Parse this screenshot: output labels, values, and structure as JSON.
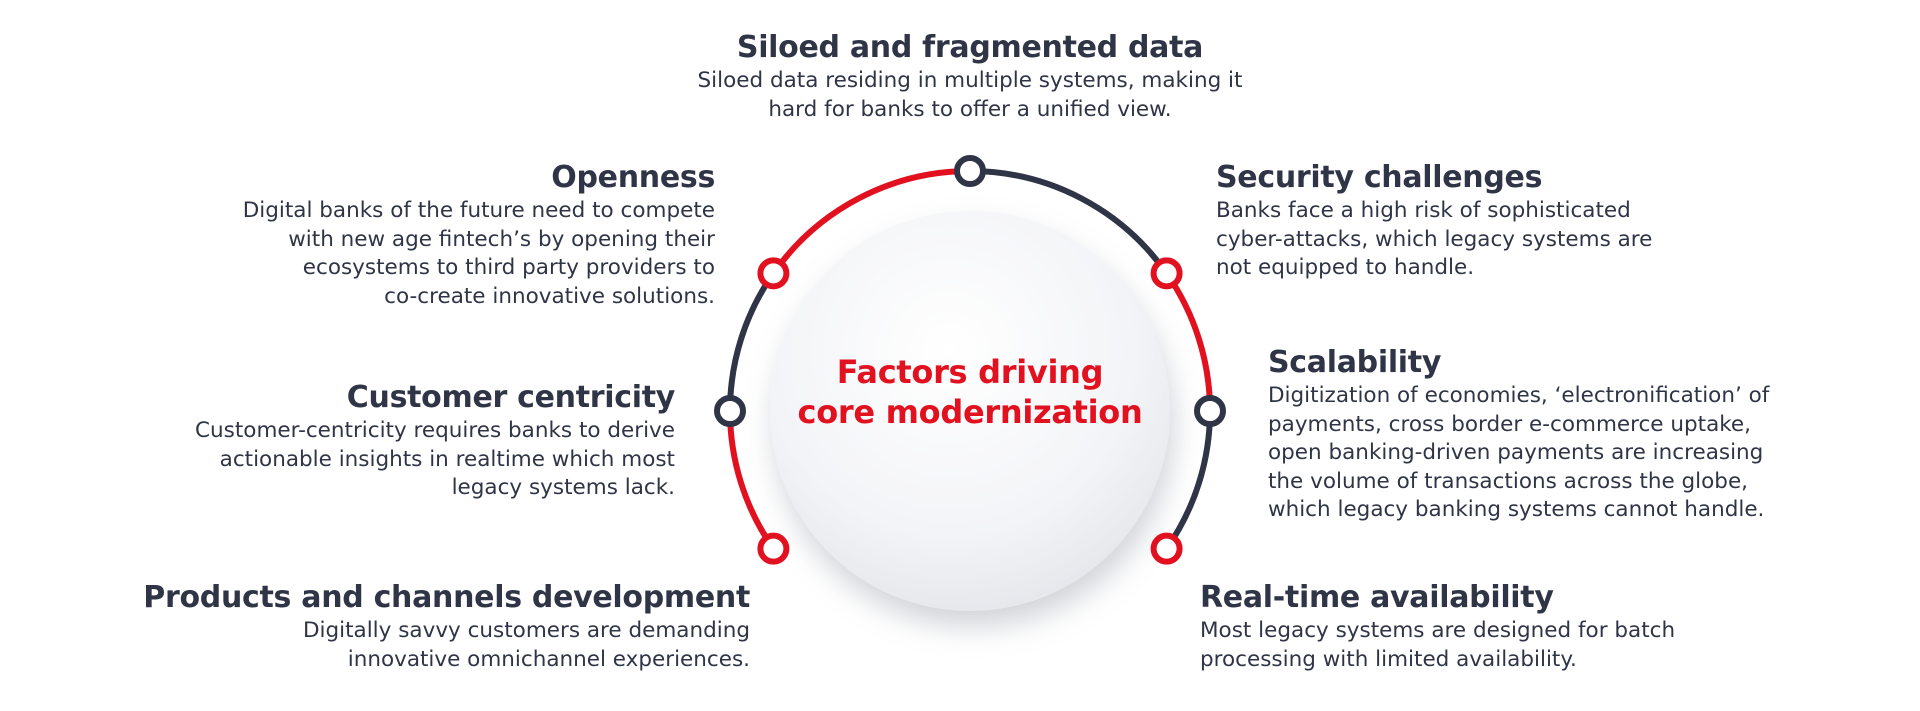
{
  "center": {
    "line1": "Factors driving",
    "line2": "core modernization"
  },
  "factors": [
    {
      "title": "Siloed and fragmented data",
      "lines": [
        "Siloed data residing in multiple systems, making it",
        "hard for banks to offer a unified view."
      ]
    },
    {
      "title": "Openness",
      "lines": [
        "Digital banks of the future need to compete",
        "with new age fintech’s by opening their",
        "ecosystems to third party providers to",
        "co-create innovative solutions."
      ]
    },
    {
      "title": "Security challenges",
      "lines": [
        "Banks face a high risk of sophisticated",
        "cyber-attacks, which legacy systems are",
        "not equipped to handle."
      ]
    },
    {
      "title": "Customer centricity",
      "lines": [
        "Customer-centricity requires banks to derive",
        "actionable insights in realtime which most",
        "legacy systems lack."
      ]
    },
    {
      "title": "Scalability",
      "lines": [
        "Digitization of economies, ‘electronification’ of",
        "payments, cross border e-commerce uptake,",
        "open banking-driven payments are increasing",
        "the volume of transactions across the globe,",
        "which legacy banking systems cannot handle."
      ]
    },
    {
      "title": "Products and channels development",
      "lines": [
        "Digitally savvy customers are demanding",
        "innovative omnichannel experiences."
      ]
    },
    {
      "title": "Real-time availability",
      "lines": [
        "Most legacy systems are designed for batch",
        "processing with limited availability."
      ]
    }
  ],
  "colors": {
    "dark": "#2f3546",
    "red": "#e2111f",
    "node_fill": "#ffffff"
  }
}
